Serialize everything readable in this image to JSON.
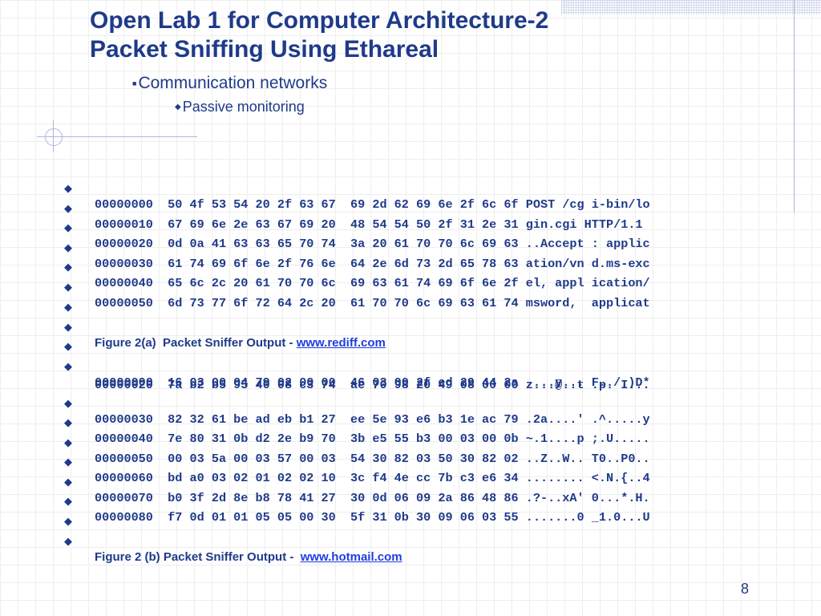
{
  "slide": {
    "title_line1": "Open Lab 1 for Computer Architecture-2",
    "title_line2": "Packet Sniffing Using Ethareal",
    "subtitle_level1": "Communication networks",
    "subtitle_level2": "Passive monitoring",
    "page_number": "8"
  },
  "colors": {
    "text": "#1f3a8a",
    "link": "#1f3de0",
    "accent_lines": "#a9b7e0"
  },
  "bullet_icon": "diamond-bullet-icon",
  "dump_a": [
    "00000000  50 4f 53 54 20 2f 63 67  69 2d 62 69 6e 2f 6c 6f POST /cg i-bin/lo",
    "00000010  67 69 6e 2e 63 67 69 20  48 54 54 50 2f 31 2e 31 gin.cgi HTTP/1.1",
    "00000020  0d 0a 41 63 63 65 70 74  3a 20 61 70 70 6c 69 63 ..Accept : applic",
    "00000030  61 74 69 6f 6e 2f 76 6e  64 2e 6d 73 2d 65 78 63 ation/vn d.ms-exc",
    "00000040  65 6c 2c 20 61 70 70 6c  69 63 61 74 69 6f 6e 2f el, appl ication/",
    "00000050  6d 73 77 6f 72 64 2c 20  61 70 70 6c 69 63 61 74 msword,  applicat"
  ],
  "caption_a": {
    "text": "Figure 2(a)  Packet Sniffer Output - ",
    "link": "www.rediff.com"
  },
  "dump_b_first": [
    "00000000  16 03 00 04 79 02 00 00  46 03 00 2f ed 29 44 2a ....y... F../.)D*",
    "00000020  7a b2 b5 95 40 08 c3 74  ae 70 98 20 49 08 00 00 z...@..t .p. I..."
  ],
  "dump_b": [
    "00000030  82 32 61 be ad eb b1 27  ee 5e 93 e6 b3 1e ac 79 .2a....' .^.....y",
    "00000040  7e 80 31 0b d2 2e b9 70  3b e5 55 b3 00 03 00 0b ~.1....p ;.U.....",
    "00000050  00 03 5a 00 03 57 00 03  54 30 82 03 50 30 82 02 ..Z..W.. T0..P0..",
    "00000060  bd a0 03 02 01 02 02 10  3c f4 4e cc 7b c3 e6 34 ........ <.N.{..4",
    "00000070  b0 3f 2d 8e b8 78 41 27  30 0d 06 09 2a 86 48 86 .?-..xA' 0...*.H.",
    "00000080  f7 0d 01 01 05 05 00 30  5f 31 0b 30 09 06 03 55 .......0 _1.0...U"
  ],
  "caption_b": {
    "text": "Figure 2 (b) Packet Sniffer Output -  ",
    "link": "www.hotmail.com"
  }
}
